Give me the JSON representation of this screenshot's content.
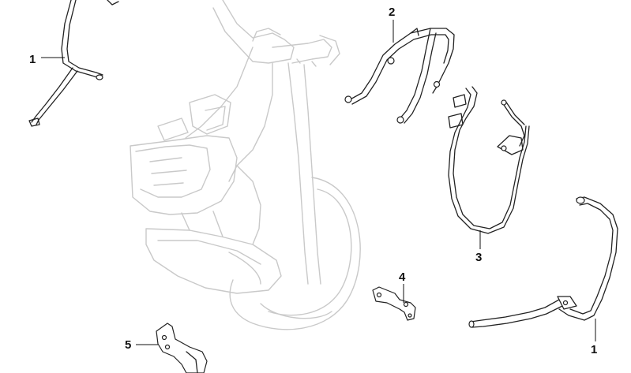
{
  "callouts": [
    {
      "id": "left-top",
      "label": "1"
    },
    {
      "id": "top-mid",
      "label": "2"
    },
    {
      "id": "right-mid",
      "label": "3"
    },
    {
      "id": "center-bottom",
      "label": "4"
    },
    {
      "id": "left-bottom",
      "label": "5"
    },
    {
      "id": "right-bottom",
      "label": "1"
    }
  ]
}
